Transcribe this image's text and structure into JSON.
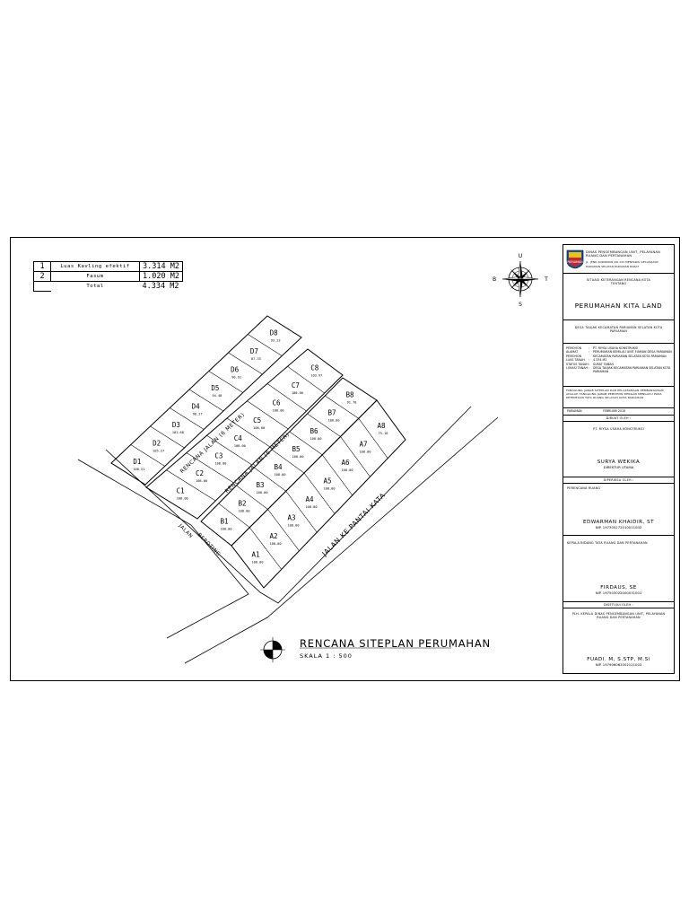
{
  "area_table": {
    "rows": [
      {
        "no": "1",
        "name": "Luas Kavling efektif",
        "value": "3.314 M2"
      },
      {
        "no": "2",
        "name": "Fasum",
        "value": "1.020 M2"
      }
    ],
    "total_label": "Total",
    "total_value": "4.334 M2"
  },
  "compass": {
    "north": "U",
    "south": "S",
    "east": "T",
    "west": "B"
  },
  "roads": {
    "main": "JALAN KE PANTAI KATA",
    "side_left": "JALAN",
    "side_right": "BEROTING",
    "plan1": "RENCANA JALAN (6 METER)",
    "plan2": "RENCANA JALAN (6 METER)"
  },
  "lots": {
    "D": [
      {
        "id": "D1",
        "area": "108.51"
      },
      {
        "id": "D2",
        "area": "105.27"
      },
      {
        "id": "D3",
        "area": "101.68"
      },
      {
        "id": "D4",
        "area": "96.27"
      },
      {
        "id": "D5",
        "area": "94.48"
      },
      {
        "id": "D6",
        "area": "90.91"
      },
      {
        "id": "D7",
        "area": "87.33"
      },
      {
        "id": "D8",
        "area": "93.23"
      }
    ],
    "C": [
      {
        "id": "C1",
        "area": "108.00"
      },
      {
        "id": "C2",
        "area": "108.00"
      },
      {
        "id": "C3",
        "area": "108.00"
      },
      {
        "id": "C4",
        "area": "108.00"
      },
      {
        "id": "C5",
        "area": "108.00"
      },
      {
        "id": "C6",
        "area": "108.00"
      },
      {
        "id": "C7",
        "area": "108.00"
      },
      {
        "id": "C8",
        "area": "103.97"
      }
    ],
    "B": [
      {
        "id": "B1",
        "area": "108.00"
      },
      {
        "id": "B2",
        "area": "108.00"
      },
      {
        "id": "B3",
        "area": "108.00"
      },
      {
        "id": "B4",
        "area": "108.00"
      },
      {
        "id": "B5",
        "area": "108.00"
      },
      {
        "id": "B6",
        "area": "108.00"
      },
      {
        "id": "B7",
        "area": "108.00"
      },
      {
        "id": "B8",
        "area": "91.70"
      }
    ],
    "A": [
      {
        "id": "A1",
        "area": "108.00"
      },
      {
        "id": "A2",
        "area": "108.00"
      },
      {
        "id": "A3",
        "area": "108.00"
      },
      {
        "id": "A4",
        "area": "108.00"
      },
      {
        "id": "A5",
        "area": "108.00"
      },
      {
        "id": "A6",
        "area": "108.00"
      },
      {
        "id": "A7",
        "area": "108.00"
      },
      {
        "id": "A8",
        "area": "75.18"
      }
    ]
  },
  "site_title": "RENCANA SITEPLAN PERUMAHAN",
  "site_scale": "SKALA 1 : 500",
  "title_block": {
    "agency": "DINAS PENGEMBANGAN UNIT, PELAYANAN RUANG DAN PERTANAHAN",
    "agency_sub": "JL. JEND.SUDIRMAN NO.143 MENTAWAI KECAMATAN PARIAMAN SELATAN PARIAMAN BARAT",
    "situasi": "SITUASI KETERANGAN RENCANA KOTA TENTANG",
    "project": "PERUMAHAN KITA LAND",
    "location": "DESA TAUJAK KECAMATAN PARIAMAN SELATAN KOTA PARIAMAN",
    "details": [
      {
        "k": "PEMOHON",
        "v": "PT. RIYSA USAHA KONSTRUKSI"
      },
      {
        "k": "ALAMAT PEMOHON",
        "v": "PERUMAHAN KEMILAU UNIT FIAMAN DESA PARIAMAN KECAMATAN PARIAMAN SELATAN KOTA PARIAMAN"
      },
      {
        "k": "LUAS TANAH",
        "v": "4.334 M2"
      },
      {
        "k": "STATUS TANAH",
        "v": "SURAT TANAH"
      },
      {
        "k": "LOKASI TANAH",
        "v": "DESA TAUJAK KECAMATAN PARIAMAN SELATAN KOTA PARIAMAN"
      }
    ],
    "note": "TANGGUNG JAWAB SITEPLAN DAN PELAKSANAAN PEMBANGUNAN ADALAH TANGGUNG JAWAB PEMOHON DENGAN MENGACU PADA KETENTUAN TATA RUANG WILAYAH KOTA PARIAMAN",
    "date_label": "PARIAMAN",
    "date_value": "FEBRUARI 2018",
    "made_by": "DIBUAT OLEH :",
    "company": "PT. RIYSA USAHA KONSTRUKSI",
    "director_name": "SURYA WEKIKA",
    "director_title": "DIREKTUR UTAMA",
    "checked_by": "DIPERIKSA OLEH :",
    "checker_role": "PERENCANA RUANG",
    "checker_name": "EDWARMAN KHAIDIR, ST",
    "checker_nip": "NIP. 197305272010011002",
    "head_role": "KEPALA BIDANG TATA RUANG DAN PERTANAHAN",
    "head_name": "FIRDAUS, SE",
    "head_nip": "NIP. 197503022000031001",
    "approved_by": "DISETUJUI OLEH :",
    "plh": "PLH. KEPALA DINAS PENGEMBANGAN UNIT, PELAYANAN RUANG DAN PERTANAHAN",
    "final_name": "FUADI. M, S.STP, M.Si",
    "final_nip": "NIP. 197906062002121003",
    "logo_text": "PARIAMAN"
  }
}
